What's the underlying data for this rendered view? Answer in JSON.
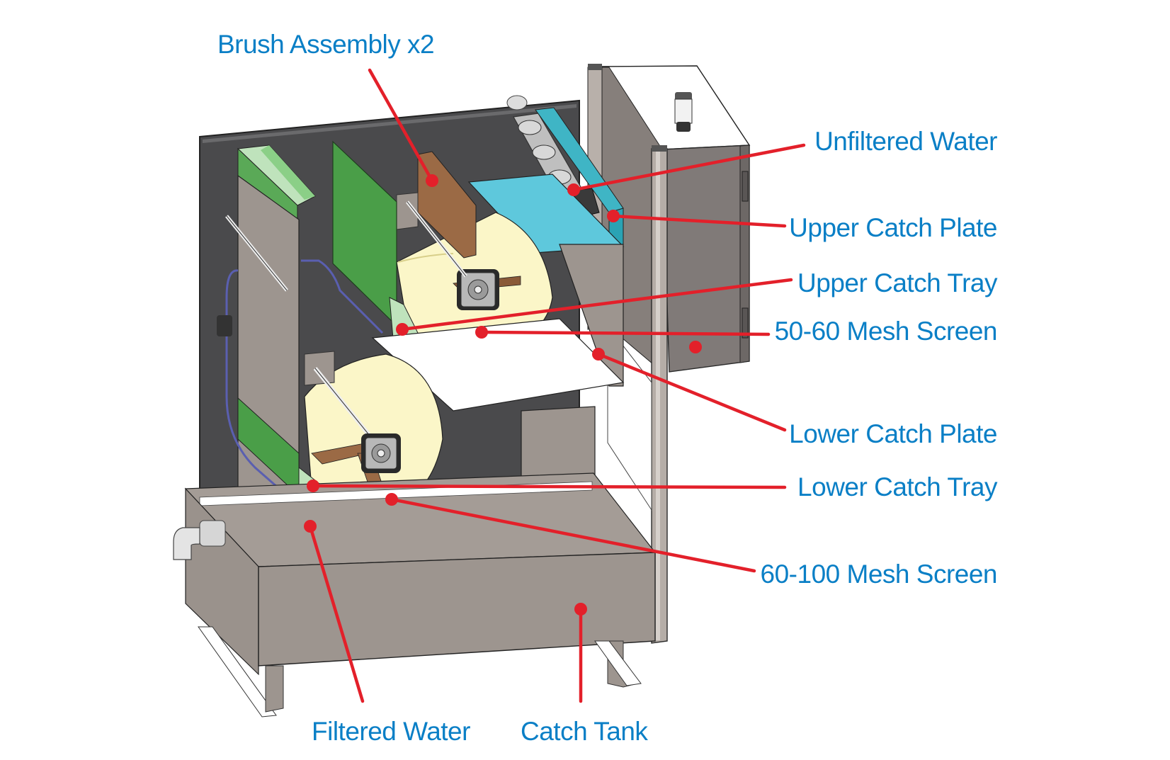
{
  "diagram": {
    "subject": "Rotary drum screen filter assembly",
    "colors": {
      "label_text": "#0a7fc6",
      "leader_line": "#e3202a",
      "backplate": "#4a4a4c",
      "stainless": "#9d958f",
      "green_guard": "#4a9e48",
      "light_green": "#bfe3bc",
      "upper_catch_plate": "#5ec8dc",
      "mesh_screen": "#fbf6c8",
      "brush": "#9b6a45",
      "catch_plate": "#ffffff"
    },
    "labels": {
      "brush_assembly": "Brush Assembly x2",
      "unfiltered_water": "Unfiltered Water",
      "upper_catch_plate": "Upper Catch Plate",
      "upper_catch_tray": "Upper Catch Tray",
      "mesh_50_60": "50-60 Mesh Screen",
      "lower_catch_plate": "Lower Catch Plate",
      "lower_catch_tray": "Lower Catch Tray",
      "mesh_60_100": "60-100 Mesh Screen",
      "filtered_water": "Filtered Water",
      "catch_tank": "Catch Tank"
    }
  }
}
